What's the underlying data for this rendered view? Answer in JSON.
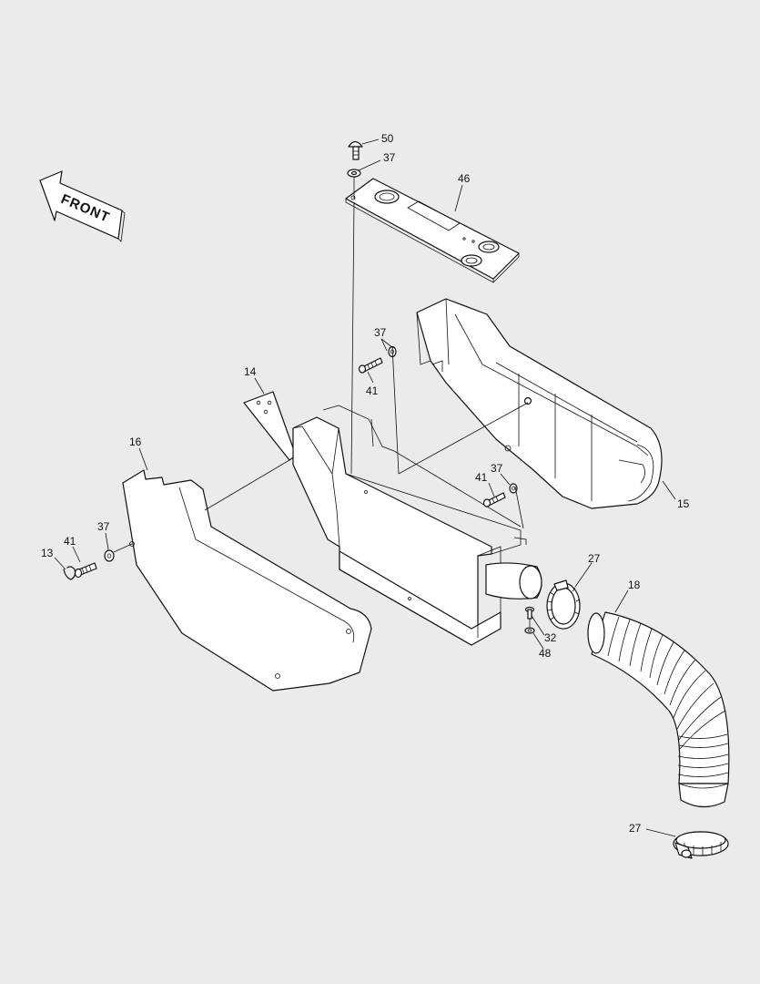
{
  "front_label": "FRONT",
  "callouts": {
    "c50": "50",
    "c37_top": "37",
    "c46": "46",
    "c37_mid": "37",
    "c41_mid": "41",
    "c14": "14",
    "c16": "16",
    "c15": "15",
    "c41_right": "41",
    "c37_right": "37",
    "c41_left": "41",
    "c37_left": "37",
    "c13": "13",
    "c27_upper": "27",
    "c18": "18",
    "c32": "32",
    "c48": "48",
    "c27_lower": "27"
  }
}
